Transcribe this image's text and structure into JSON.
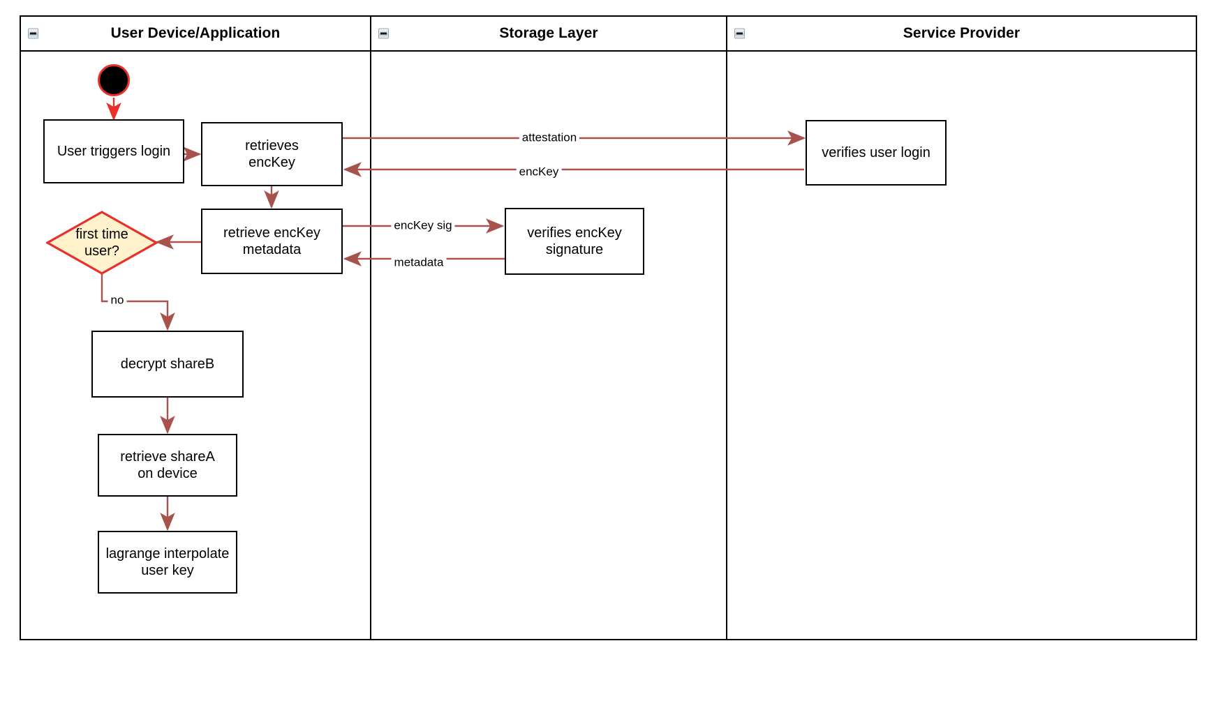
{
  "diagram": {
    "type": "swimlane-activity-diagram",
    "colors": {
      "lane_border": "#000000",
      "node_border": "#000000",
      "node_fill": "#ffffff",
      "flow_arrow": "#a8524e",
      "start_arrow": "#e8312b",
      "decision_fill": "#fff2cc",
      "decision_stroke": "#e8312b",
      "start_fill": "#000000",
      "start_ring": "#e8312b",
      "text": "#000000"
    },
    "lanes": [
      {
        "id": "user-device",
        "title": "User Device/Application",
        "collapse_icon": "minus-box-icon"
      },
      {
        "id": "storage-layer",
        "title": "Storage Layer",
        "collapse_icon": "minus-box-icon"
      },
      {
        "id": "service-provider",
        "title": "Service Provider",
        "collapse_icon": "minus-box-icon"
      }
    ],
    "nodes": [
      {
        "id": "start",
        "lane": "user-device",
        "shape": "initial-node",
        "label": ""
      },
      {
        "id": "user-triggers-login",
        "lane": "user-device",
        "shape": "activity",
        "label": "User triggers login"
      },
      {
        "id": "retrieves-enckey",
        "lane": "user-device",
        "shape": "activity",
        "label": "retrieves\nencKey"
      },
      {
        "id": "retrieve-enckey-metadata",
        "lane": "user-device",
        "shape": "activity",
        "label": "retrieve encKey\nmetadata"
      },
      {
        "id": "first-time-user",
        "lane": "user-device",
        "shape": "decision",
        "label": "first time\nuser?"
      },
      {
        "id": "decrypt-shareb",
        "lane": "user-device",
        "shape": "activity",
        "label": "decrypt shareB"
      },
      {
        "id": "retrieve-sharea-on-device",
        "lane": "user-device",
        "shape": "activity",
        "label": "retrieve shareA\non device"
      },
      {
        "id": "lagrange-interpolate-user-key",
        "lane": "user-device",
        "shape": "activity",
        "label": "lagrange interpolate\nuser key"
      },
      {
        "id": "verifies-enckey-signature",
        "lane": "storage-layer",
        "shape": "activity",
        "label": "verifies encKey\nsignature"
      },
      {
        "id": "verifies-user-login",
        "lane": "service-provider",
        "shape": "activity",
        "label": "verifies user login"
      }
    ],
    "edges": [
      {
        "id": "start-to-login",
        "from": "start",
        "to": "user-triggers-login",
        "label": ""
      },
      {
        "id": "login-to-retrieves",
        "from": "user-triggers-login",
        "to": "retrieves-enckey",
        "label": ""
      },
      {
        "id": "retrieves-to-sp",
        "from": "retrieves-enckey",
        "to": "verifies-user-login",
        "label": "attestation"
      },
      {
        "id": "sp-to-retrieves",
        "from": "verifies-user-login",
        "to": "retrieves-enckey",
        "label": "encKey"
      },
      {
        "id": "retrieves-to-metadata",
        "from": "retrieves-enckey",
        "to": "retrieve-enckey-metadata",
        "label": ""
      },
      {
        "id": "metadata-to-storage",
        "from": "retrieve-enckey-metadata",
        "to": "verifies-enckey-signature",
        "label": "encKey sig"
      },
      {
        "id": "storage-to-metadata",
        "from": "verifies-enckey-signature",
        "to": "retrieve-enckey-metadata",
        "label": "metadata"
      },
      {
        "id": "metadata-to-decision",
        "from": "retrieve-enckey-metadata",
        "to": "first-time-user",
        "label": ""
      },
      {
        "id": "decision-to-decrypt",
        "from": "first-time-user",
        "to": "decrypt-shareb",
        "label": "no"
      },
      {
        "id": "decrypt-to-retrieve-sharea",
        "from": "decrypt-shareb",
        "to": "retrieve-sharea-on-device",
        "label": ""
      },
      {
        "id": "sharea-to-lagrange",
        "from": "retrieve-sharea-on-device",
        "to": "lagrange-interpolate-user-key",
        "label": ""
      }
    ],
    "edge_labels": {
      "attestation": "attestation",
      "enckey": "encKey",
      "enckey_sig": "encKey sig",
      "metadata": "metadata",
      "no": "no"
    }
  }
}
